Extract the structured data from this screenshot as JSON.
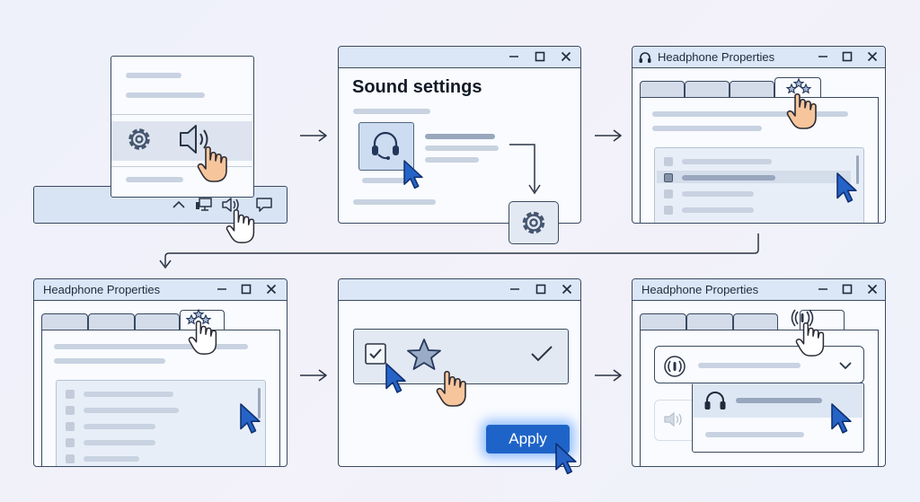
{
  "windows": {
    "sound_settings": {
      "title": "Sound settings"
    },
    "headphone_properties_1": {
      "title": "Headphone Properties"
    },
    "headphone_properties_2": {
      "title": "Headphone Properties"
    },
    "headphone_properties_3": {
      "title": "Headphone Properties"
    }
  },
  "apply_dialog": {
    "apply_label": "Apply"
  },
  "colors": {
    "accent": "#1e64c8",
    "window_border": "#394a61",
    "titlebar": "#dbe6f6",
    "cursor": "#2563c7",
    "hand": "#f6c59c"
  },
  "icons": [
    "gear-icon",
    "speaker-icon",
    "hand-cursor-icon",
    "arrow-cursor-icon",
    "headset-icon",
    "headphones-icon",
    "monitor-icon",
    "chevron-up-icon",
    "chat-icon",
    "stars-icon",
    "star-icon",
    "checkmark-icon",
    "spatial-sound-icon",
    "chevron-down-icon",
    "right-arrow-icon",
    "minimize-icon",
    "maximize-icon",
    "close-icon"
  ]
}
